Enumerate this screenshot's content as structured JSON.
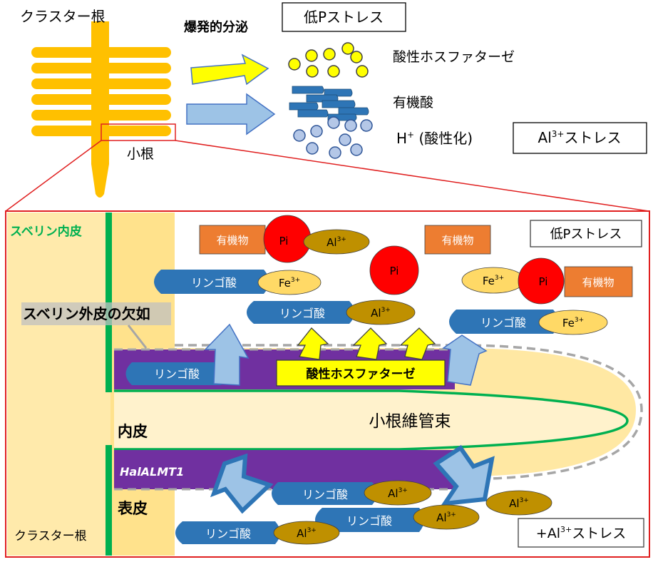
{
  "top": {
    "cluster_root_label": "クラスター根",
    "burst_secretion_label": "爆発的分泌",
    "low_p_stress_box": "低Pストレス",
    "acid_phosphatase_label": "酸性ホスファターゼ",
    "organic_acid_label": "有機酸",
    "h_label": "H",
    "h_sup": "+",
    "acidification_label": " (酸性化)",
    "rootlet_label": "小根",
    "al_stress_box_main": "Al",
    "al_stress_box_sup": "3+",
    "al_stress_box_tail": "ストレス"
  },
  "zoom": {
    "suberin_endodermis": "スベリン内皮",
    "suberin_exodermis_lack": "スベリン外皮の欠如",
    "endodermis": "内皮",
    "epidermis": "表皮",
    "cluster_root_label": "クラスター根",
    "vascular_bundle": "小根維管束",
    "halalmt1": "HalALMT1",
    "acid_phosphatase_box": "酸性ホスファターゼ",
    "low_p_stress_box": "低Pストレス",
    "plus_al_stress_prefix": "+Al",
    "plus_al_stress_sup": "3+",
    "plus_al_stress_tail": "ストレス",
    "malate": "リンゴ酸",
    "organic_matter": "有機物",
    "pi": "Pi",
    "fe": "Fe",
    "fe_sup": "3+",
    "al": "Al",
    "al_sup": "3+"
  },
  "colors": {
    "root_yellow": "#FFC000",
    "cortex": "#FFD966",
    "vascular": "#FFF2CC",
    "purple": "#7030A0",
    "malate_blue": "#2E75B6",
    "organic_orange": "#ED7D31",
    "al_olive": "#BF9000",
    "fe_yellow": "#FFD966",
    "pi_red": "#FF0000",
    "green": "#00B050",
    "red_frame": "#E02020"
  }
}
